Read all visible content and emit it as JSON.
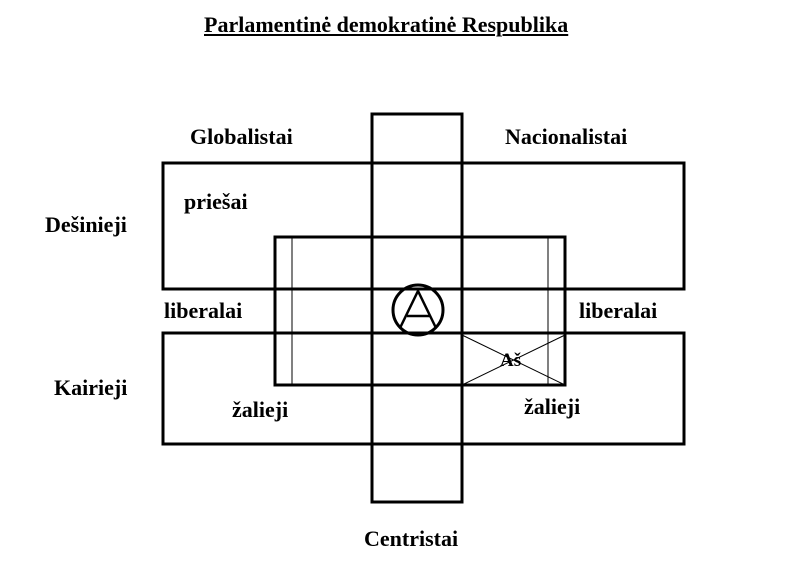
{
  "title": "Parlamentinė demokratinė Respublika",
  "labels": {
    "globalists": "Globalistai",
    "nationalists": "Nacionalistai",
    "right": "Dešinieji",
    "left": "Kairieji",
    "enemies": "priešai",
    "liberals_left": "liberalai",
    "liberals_right": "liberalai",
    "greens_left": "žalieji",
    "greens_right": "žalieji",
    "me": "Aš",
    "centrists": "Centristai"
  },
  "symbol": "anarchy-symbol"
}
